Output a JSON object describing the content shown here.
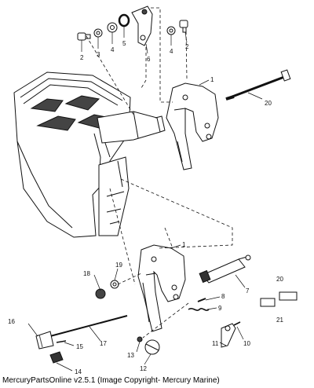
{
  "caption": "MercuryPartsOnline v2.5.1 (Image Copyright- Mercury Marine)",
  "callouts": [
    "1",
    "1",
    "2",
    "2",
    "3",
    "4",
    "4",
    "5",
    "6",
    "7",
    "8",
    "9",
    "10",
    "11",
    "12",
    "13",
    "14",
    "15",
    "16",
    "17",
    "18",
    "19",
    "20",
    "20",
    "21"
  ],
  "colors": {
    "line": "#111111",
    "shade": "#555555",
    "background": "#ffffff"
  }
}
